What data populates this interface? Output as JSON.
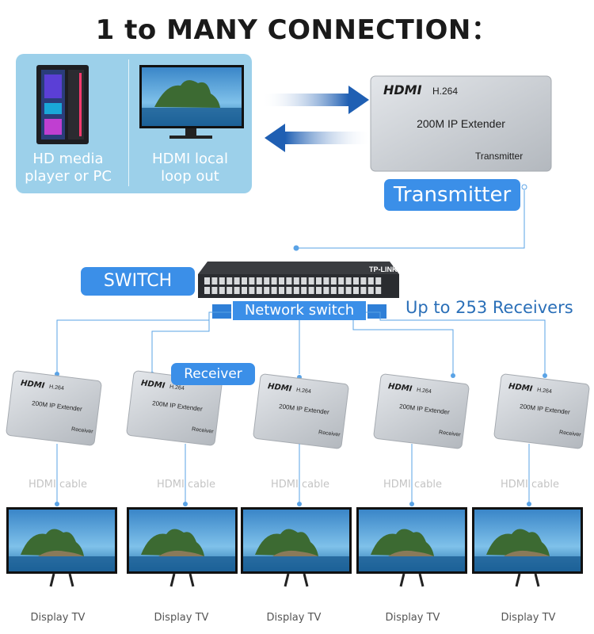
{
  "title": "1 to MANY CONNECTION：",
  "source": {
    "pc_label": "HD media player or PC",
    "loop_label": "HDMI local loop out"
  },
  "transmitter": {
    "logo": "HDMI",
    "codec": "H.264",
    "product": "200M IP Extender",
    "role": "Transmitter",
    "pill": "Transmitter"
  },
  "switch": {
    "pill": "SWITCH",
    "brand": "TP-LINK",
    "label": "Network switch",
    "capacity": "Up to 253 Receivers"
  },
  "receiver_pill": "Receiver",
  "receivers": [
    {
      "logo": "HDMI",
      "codec": "H.264",
      "product": "200M IP Extender",
      "role": "Receiver",
      "cable": "HDMI cable",
      "tv": "Display TV"
    },
    {
      "logo": "HDMI",
      "codec": "H.264",
      "product": "200M IP Extender",
      "role": "Receiver",
      "cable": "HDMI cable",
      "tv": "Display TV"
    },
    {
      "logo": "HDMI",
      "codec": "H.264",
      "product": "200M IP Extender",
      "role": "Receiver",
      "cable": "HDMI cable",
      "tv": "Display TV"
    },
    {
      "logo": "HDMI",
      "codec": "H.264",
      "product": "200M IP Extender",
      "role": "Receiver",
      "cable": "HDMI cable",
      "tv": "Display TV"
    },
    {
      "logo": "HDMI",
      "codec": "H.264",
      "product": "200M IP Extender",
      "role": "Receiver",
      "cable": "HDMI cable",
      "tv": "Display TV"
    }
  ],
  "colors": {
    "accent": "#3b8fe8",
    "line": "#5aa3e6",
    "panel": "#9cd0ea",
    "device": "#c9cdd2"
  }
}
